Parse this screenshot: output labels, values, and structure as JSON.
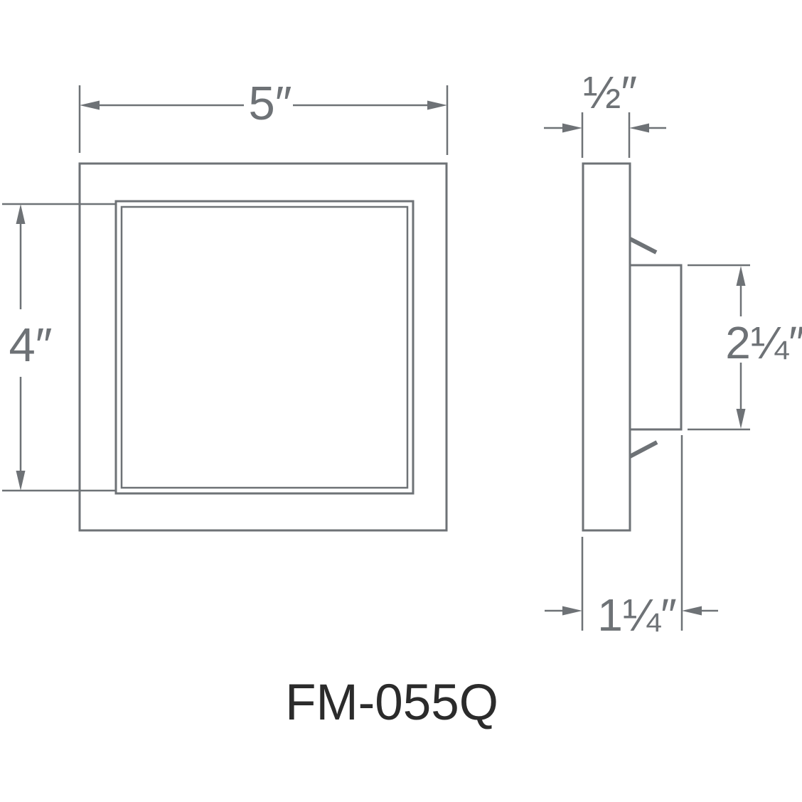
{
  "drawing": {
    "product_code": "FM-055Q",
    "line_color": "#6e7276",
    "label_color": "#2b2b2b",
    "background_color": "#ffffff",
    "front_view": {
      "width_dimension": "5″",
      "height_dimension": "4″"
    },
    "side_view": {
      "plate_depth_dimension": "½″",
      "housing_height_dimension": "2¼″",
      "overall_depth_dimension": "1¼″"
    }
  }
}
